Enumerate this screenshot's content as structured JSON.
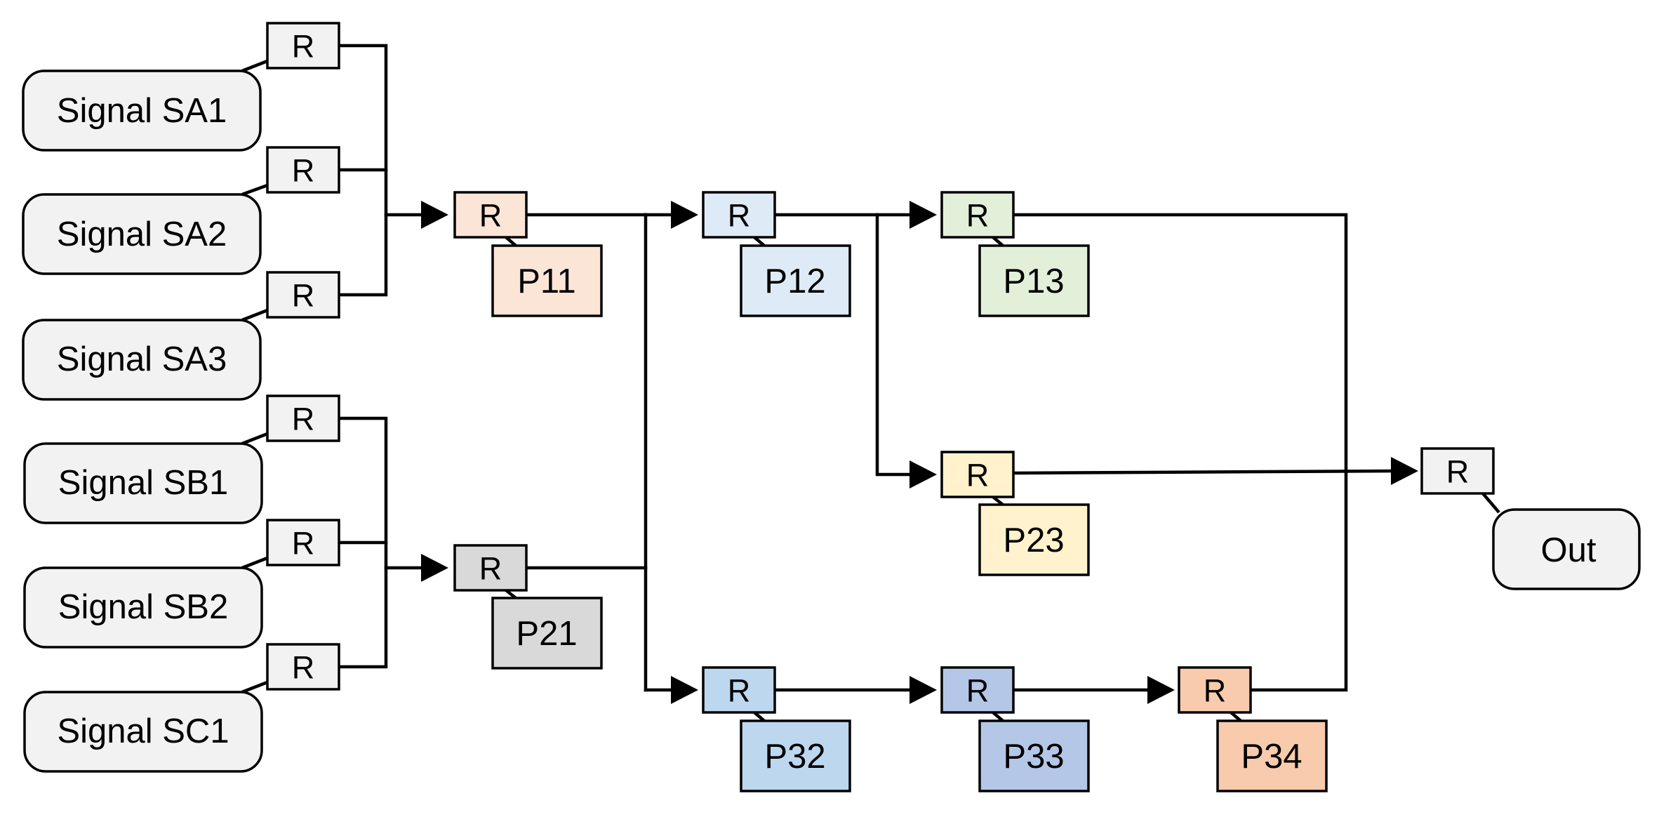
{
  "colors": {
    "line": "#000000",
    "signal_fill": "#f2f2f2",
    "register_default": "#f2f2f2",
    "p11": "#fbe5d6",
    "p12": "#deebf7",
    "p13": "#e2f0d9",
    "p21": "#d9d9d9",
    "p23": "#fff2cc",
    "p32": "#bdd7ee",
    "p33": "#b4c7e7",
    "p34": "#f8cbad"
  },
  "signals": [
    {
      "id": "sa1",
      "label": "Signal SA1"
    },
    {
      "id": "sa2",
      "label": "Signal SA2"
    },
    {
      "id": "sa3",
      "label": "Signal SA3"
    },
    {
      "id": "sb1",
      "label": "Signal SB1"
    },
    {
      "id": "sb2",
      "label": "Signal SB2"
    },
    {
      "id": "sc1",
      "label": "Signal SC1"
    }
  ],
  "register_label": "R",
  "stages": [
    {
      "id": "p11",
      "label": "P11"
    },
    {
      "id": "p12",
      "label": "P12"
    },
    {
      "id": "p13",
      "label": "P13"
    },
    {
      "id": "p21",
      "label": "P21"
    },
    {
      "id": "p23",
      "label": "P23"
    },
    {
      "id": "p32",
      "label": "P32"
    },
    {
      "id": "p33",
      "label": "P33"
    },
    {
      "id": "p34",
      "label": "P34"
    }
  ],
  "output": {
    "label": "Out"
  }
}
